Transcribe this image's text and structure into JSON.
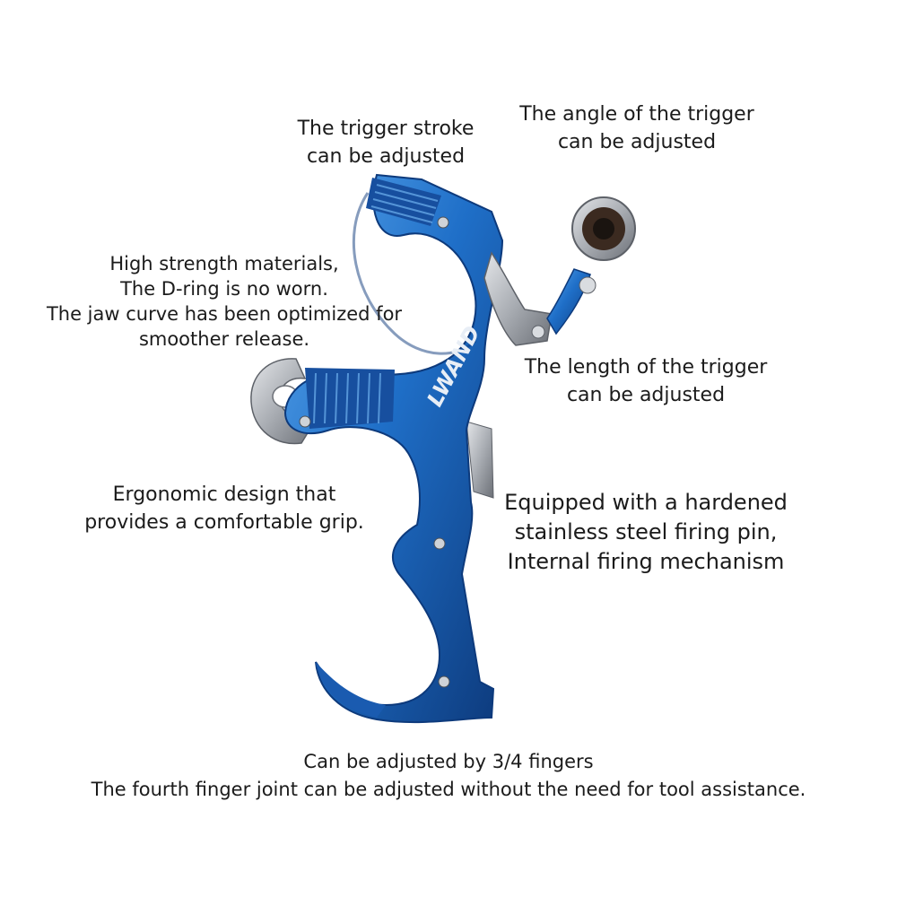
{
  "brand": {
    "logo_text": "LWAND"
  },
  "captions": {
    "trigger_stroke": [
      "The trigger stroke",
      "can be adjusted"
    ],
    "trigger_angle": [
      "The angle of the trigger",
      "can be adjusted"
    ],
    "materials": [
      "High strength materials,",
      "The D-ring is no worn.",
      "The jaw curve has been optimized for",
      "smoother release."
    ],
    "trigger_length": [
      "The length of the trigger",
      "can be adjusted"
    ],
    "ergonomic": [
      "Ergonomic design that",
      "provides a comfortable grip."
    ],
    "firing_pin": [
      "Equipped with a hardened",
      "stainless steel firing pin,",
      "Internal firing mechanism"
    ],
    "fingers": [
      "Can be adjusted by 3/4 fingers",
      "The fourth finger joint can be adjusted without the need for tool assistance."
    ]
  },
  "colors": {
    "body_blue": "#1f6fc8",
    "body_dark": "#0f3f86",
    "highlight": "#6fb2f0",
    "steel": "#a9adb3"
  }
}
